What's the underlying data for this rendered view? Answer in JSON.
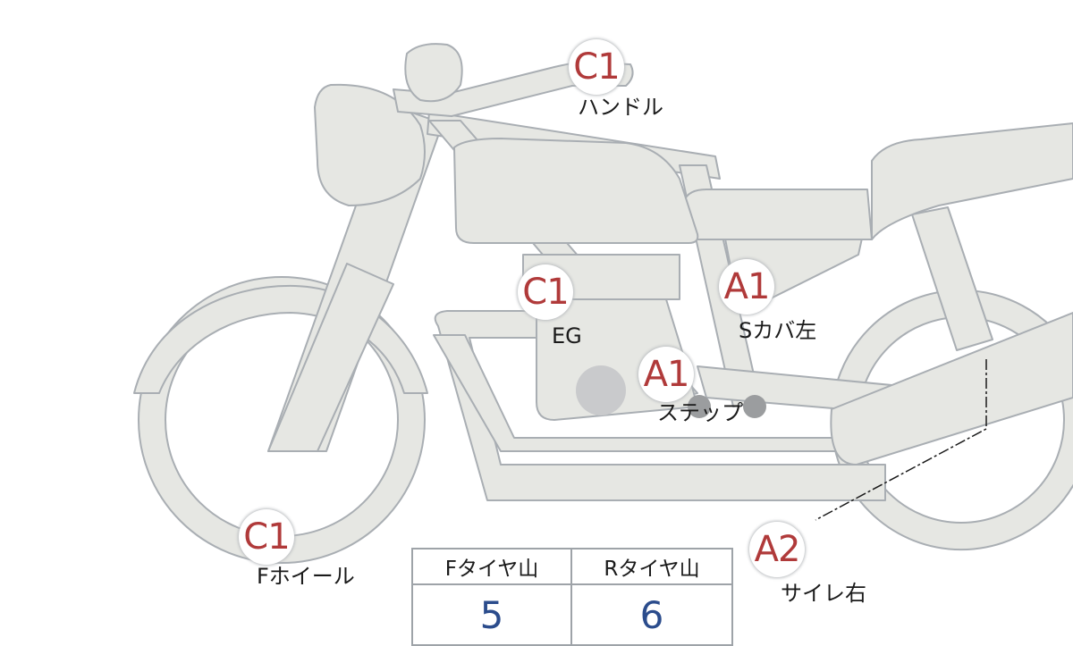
{
  "markers": [
    {
      "grade": "C1",
      "label": "ハンドル"
    },
    {
      "grade": "C1",
      "label": "EG"
    },
    {
      "grade": "A1",
      "label": "Sカバ左"
    },
    {
      "grade": "A1",
      "label": "ステップ"
    },
    {
      "grade": "C1",
      "label": "Fホイール"
    },
    {
      "grade": "A2",
      "label": "サイレ右"
    }
  ],
  "tread": {
    "front_header": "Fタイヤ山",
    "rear_header": "Rタイヤ山",
    "front_value": "5",
    "rear_value": "6"
  },
  "colors": {
    "body_fill": "#e6e7e3",
    "body_outline": "#a9aeb3",
    "grade_text": "#b03a3a",
    "value_text": "#2b4c8c"
  }
}
